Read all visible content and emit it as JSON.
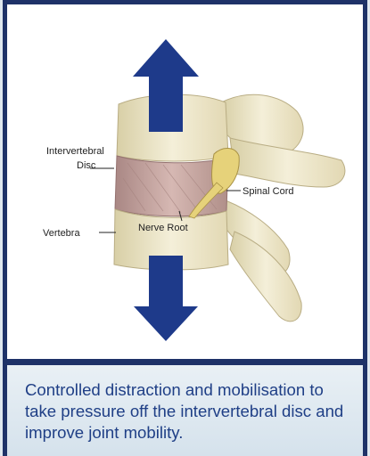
{
  "diagram": {
    "labels": {
      "disc_line1": "Intervertebral",
      "disc_line2": "Disc",
      "vertebra": "Vertebra",
      "nerve_root": "Nerve Root",
      "spinal_cord": "Spinal Cord"
    },
    "colors": {
      "arrow": "#1e3a8a",
      "frame": "#1e3268",
      "bone": "#efe9cf",
      "disc": "#c7a7a3"
    },
    "arrows": [
      "up-arrow-icon",
      "down-arrow-icon"
    ]
  },
  "caption": {
    "text": "Controlled distraction and mobilisation to take pressure off the intervertebral disc and improve joint mobility."
  }
}
